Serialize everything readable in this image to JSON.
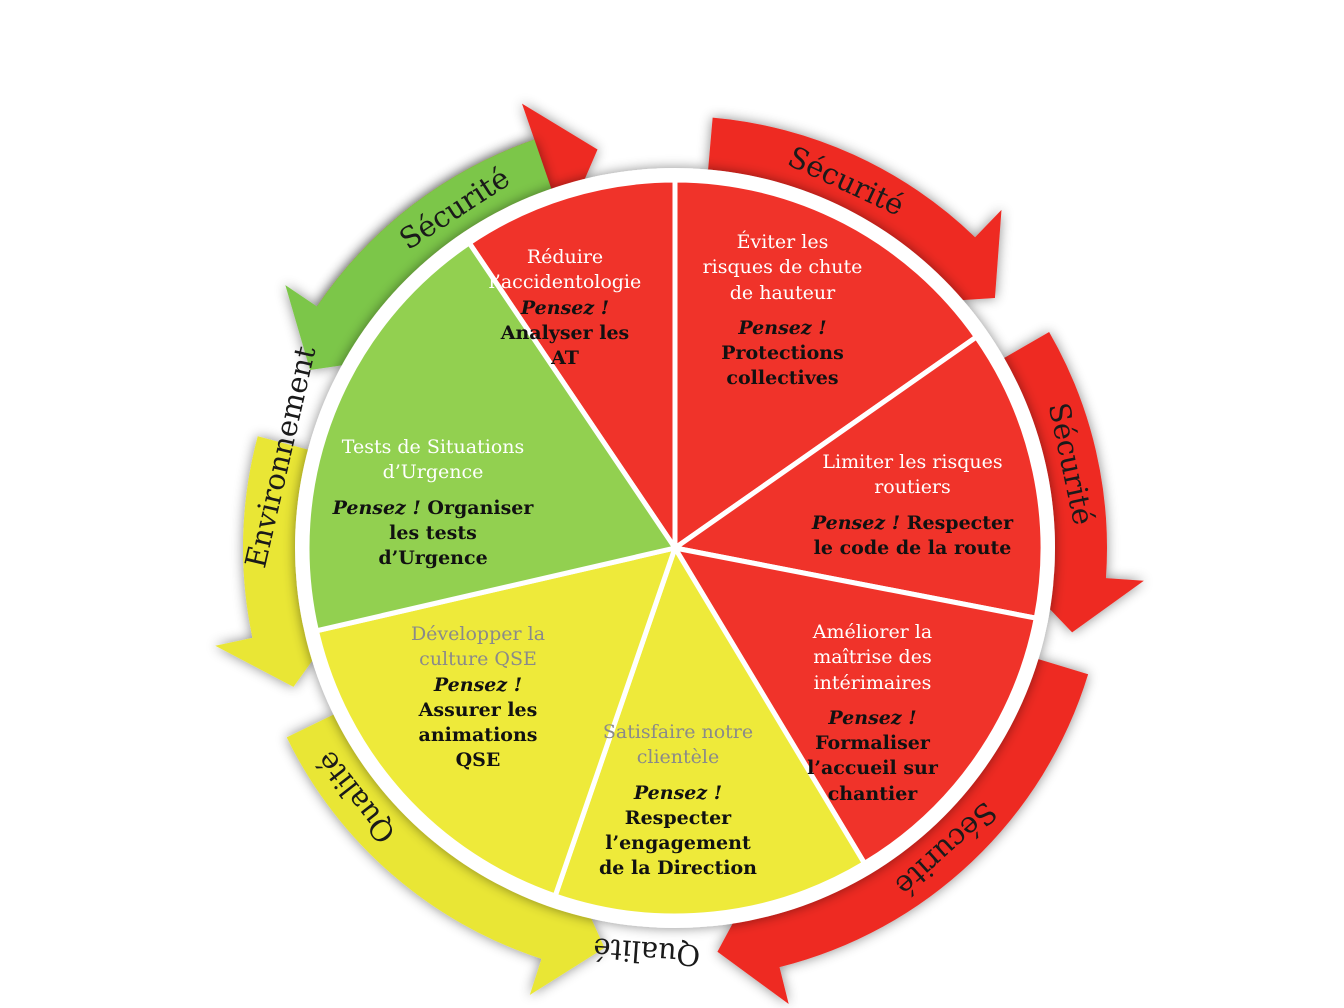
{
  "segments": [
    {
      "id": "reduire",
      "title": "Réduire\nl’accidentologie",
      "think": "Pensez !",
      "action": "Analyser les\nAT"
    },
    {
      "id": "chute",
      "title": "Éviter les\nrisques de chute\nde hauteur",
      "think": "Pensez !",
      "action": "Protections\ncollectives"
    },
    {
      "id": "routiers",
      "title": "Limiter les risques\nroutiers",
      "think": "Pensez !",
      "action": "Respecter\nle code de la route"
    },
    {
      "id": "interim",
      "title": "Améliorer la\nmaîtrise des\nintérimaires",
      "think": "Pensez !",
      "action": "Formaliser\nl’accueil sur\nchantier"
    },
    {
      "id": "clientele",
      "title": "Satisfaire notre\nclientèle",
      "think": "Pensez !",
      "action": "Respecter\nl’engagement\nde la Direction"
    },
    {
      "id": "qse",
      "title": "Développer la\nculture  QSE",
      "think": "Pensez !",
      "action": "Assurer les\nanimations\nQSE"
    },
    {
      "id": "urgence",
      "title": "Tests de Situations\nd’Urgence",
      "think": "Pensez !",
      "action": "Organiser\nles tests\nd’Urgence"
    }
  ],
  "ring_labels": [
    "Sécurité",
    "Sécurité",
    "Sécurité",
    "Sécurité",
    "Qualité",
    "Qualité",
    "Environnement"
  ],
  "colors": {
    "red": "#f0332a",
    "green": "#92d050",
    "yellow": "#eeea3a",
    "arrow_red": "#ee2a24",
    "arrow_green": "#7cc64a",
    "arrow_yellow": "#e9e635",
    "separator": "#ffffff",
    "text_light": "#ffffff",
    "text_grey": "#8a8a8a",
    "text_dark": "#111111"
  }
}
